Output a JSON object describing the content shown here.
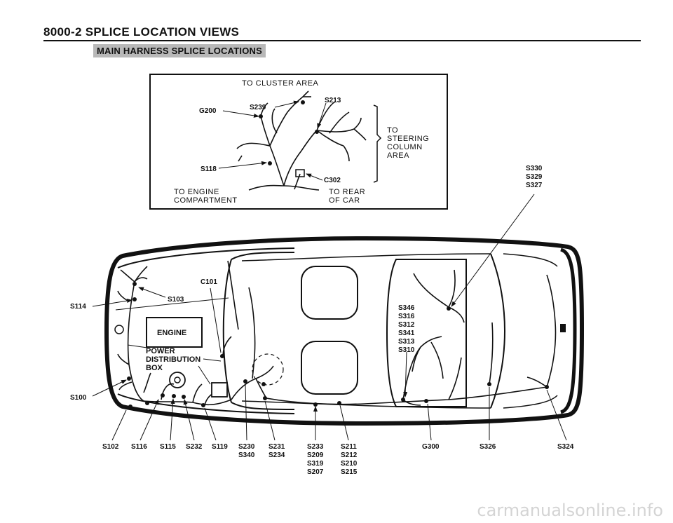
{
  "header": {
    "page_title": "8000-2   SPLICE LOCATION VIEWS",
    "section_label": "MAIN HARNESS SPLICE LOCATIONS"
  },
  "inset": {
    "top_label": "TO CLUSTER AREA",
    "g200": "G200",
    "s239": "S239",
    "s213": "S213",
    "s118": "S118",
    "c302": "C302",
    "steering": [
      "TO",
      "STEERING",
      "COLUMN",
      "AREA"
    ],
    "engine_comp": [
      "TO ENGINE",
      "COMPARTMENT"
    ],
    "rear": [
      "TO REAR",
      "OF CAR"
    ]
  },
  "car": {
    "engine_box": "ENGINE",
    "pdb": [
      "POWER",
      "DISTRIBUTION",
      "BOX"
    ],
    "c101": "C101",
    "s103": "S103",
    "s114": "S114",
    "s100": "S100",
    "group_346": [
      "S346",
      "S316",
      "S312",
      "S341",
      "S313",
      "S310"
    ],
    "group_330": [
      "S330",
      "S329",
      "S327"
    ]
  },
  "bottom_labels": {
    "s102": "S102",
    "s116": "S116",
    "s115": "S115",
    "s232": "S232",
    "s119": "S119",
    "s230": [
      "S230",
      "S340"
    ],
    "s231": [
      "S231",
      "S234"
    ],
    "s233": [
      "S233",
      "S209",
      "S319",
      "S207"
    ],
    "s211": [
      "S211",
      "S212",
      "S210",
      "S215"
    ],
    "g300": "G300",
    "s326": "S326",
    "s324": "S324"
  },
  "watermark": "carmanualsonline.info"
}
